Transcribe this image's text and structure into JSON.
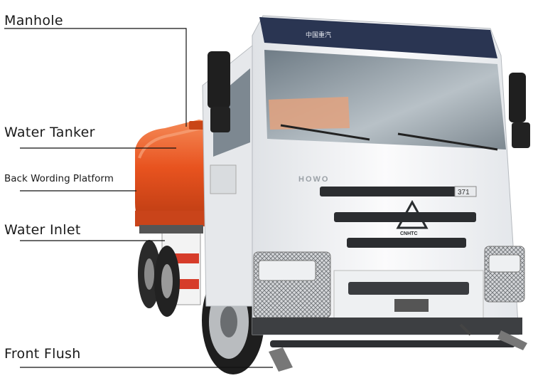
{
  "labels": {
    "manhole": "Manhole",
    "water_tanker": "Water Tanker",
    "back_platform": "Back Wording Platform",
    "water_inlet": "Water Inlet",
    "front_flush": "Front Flush"
  },
  "truck": {
    "badge_text": "371",
    "brand_text": "HOWO",
    "logo_text": "CNHTC"
  },
  "colors": {
    "cab": "#f2f3f5",
    "roof": "#2a3552",
    "tank": "#e8531f",
    "tank_highlight": "#f47a45",
    "chassis": "#4a4a4a",
    "leader_line": "#111111"
  }
}
